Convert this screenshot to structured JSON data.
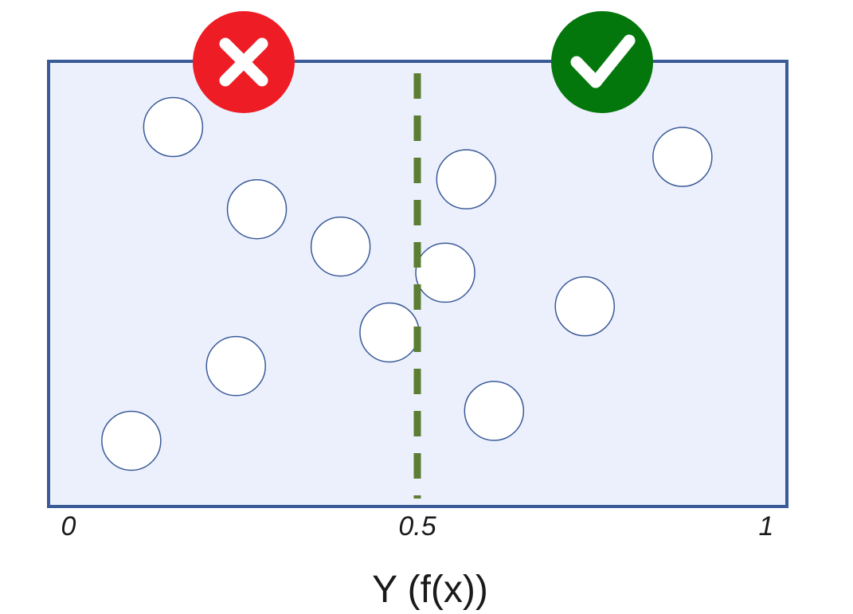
{
  "diagram": {
    "x_range": [
      0,
      1
    ],
    "tick_labels": [
      "0",
      "0.5",
      "1"
    ],
    "axis_title": "Y (f(x))",
    "threshold": 0.5,
    "reject_icon": "x-mark-icon",
    "accept_icon": "check-mark-icon",
    "colors": {
      "panel_fill": "#ebf0fc",
      "panel_border": "#3a5a98",
      "threshold_line": "#5b7e34",
      "reject": "#ee1c24",
      "accept": "#04770c",
      "point_fill": "#ffffff",
      "point_stroke": "#3a5a98"
    }
  },
  "chart_data": {
    "type": "scatter",
    "title": "",
    "xlabel": "Y (f(x))",
    "ylabel": "",
    "xlim": [
      0,
      1
    ],
    "ylim": [
      0,
      1
    ],
    "threshold": 0.5,
    "points": [
      {
        "x": 0.15,
        "y": 0.92
      },
      {
        "x": 0.27,
        "y": 0.7
      },
      {
        "x": 0.39,
        "y": 0.6
      },
      {
        "x": 0.46,
        "y": 0.37
      },
      {
        "x": 0.24,
        "y": 0.28
      },
      {
        "x": 0.09,
        "y": 0.08
      },
      {
        "x": 0.57,
        "y": 0.78
      },
      {
        "x": 0.54,
        "y": 0.53
      },
      {
        "x": 0.61,
        "y": 0.16
      },
      {
        "x": 0.74,
        "y": 0.44
      },
      {
        "x": 0.88,
        "y": 0.84
      }
    ]
  }
}
